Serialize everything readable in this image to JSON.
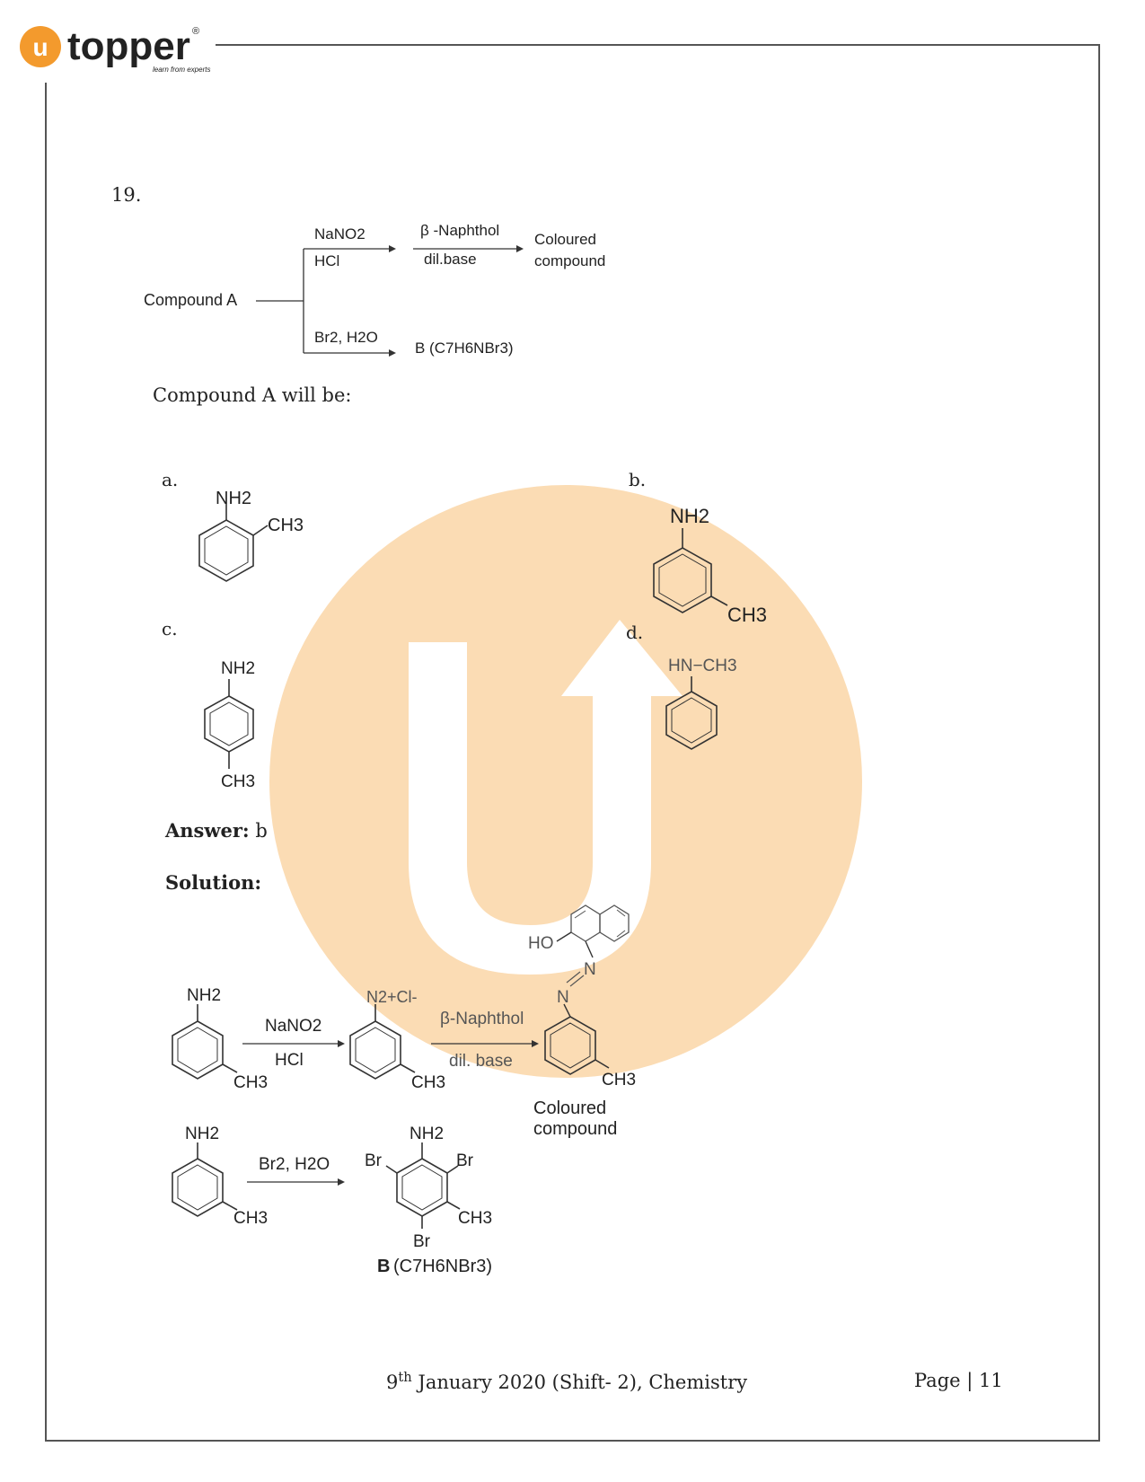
{
  "header": {
    "brand_name": "topper",
    "brand_mark": "u",
    "registered": "®",
    "tagline": "learn from experts"
  },
  "question": {
    "number": "19.",
    "scheme": {
      "start": "Compound A",
      "upper_reagent_top": "NaNO2",
      "upper_reagent_bottom": "HCl",
      "upper_step2_top": "β -Naphthol",
      "upper_step2_bottom": "dil.base",
      "upper_product_line1": "Coloured",
      "upper_product_line2": "compound",
      "lower_reagent": "Br2, H2O",
      "lower_product": "B (C7H6NBr3)"
    },
    "prompt": "Compound A will be:",
    "options": [
      {
        "label": "a.",
        "groups": [
          "NH2",
          "CH3"
        ]
      },
      {
        "label": "b.",
        "groups": [
          "NH2",
          "CH3"
        ]
      },
      {
        "label": "c.",
        "groups": [
          "NH2",
          "CH3"
        ]
      },
      {
        "label": "d.",
        "groups": [
          "HN−CH3"
        ]
      }
    ]
  },
  "answer": {
    "label": "Answer:",
    "value": "b"
  },
  "solution": {
    "label": "Solution:",
    "reaction1": {
      "reactant_groups": [
        "NH2",
        "CH3"
      ],
      "reagent_top": "NaNO2",
      "reagent_bottom": "HCl",
      "intermediate_groups": [
        "N2+Cl-",
        "CH3"
      ],
      "reagent2_top": "β-Naphthol",
      "reagent2_bottom": "dil. base",
      "product_groups": [
        "HO",
        "N",
        "N",
        "CH3"
      ],
      "product_line1": "Coloured",
      "product_line2": "compound"
    },
    "reaction2": {
      "reactant_groups": [
        "NH2",
        "CH3"
      ],
      "reagent": "Br2, H2O",
      "product_groups": [
        "NH2",
        "Br",
        "Br",
        "CH3",
        "Br"
      ],
      "product_label_bold": "B",
      "product_formula": "(C7H6NBr3)"
    }
  },
  "footer": {
    "date_day": "9",
    "date_suffix": "th",
    "date_rest": " January 2020 (Shift- 2), Chemistry",
    "page": "Page | 11"
  },
  "colors": {
    "watermark": "#fbdcb4",
    "brand_orange": "#f39a2d",
    "text": "#222222"
  }
}
